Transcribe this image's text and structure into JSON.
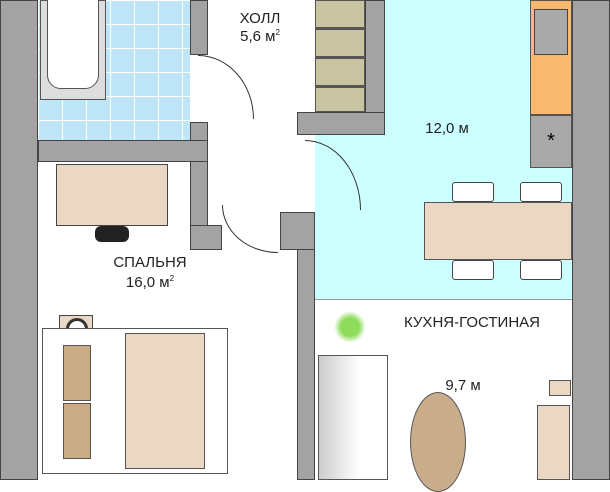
{
  "rooms": {
    "hall": {
      "name": "ХОЛЛ",
      "area": "5,6 м",
      "unit_sup": "2"
    },
    "kitchen": {
      "area": "12,0 м"
    },
    "bedroom": {
      "name": "СПАЛЬНЯ",
      "area": "16,0 м",
      "unit_sup": "2"
    },
    "living": {
      "name": "КУХНЯ-ГОСТИНАЯ",
      "area": "9,7 м"
    }
  },
  "fridge_symbol": "*",
  "colors": {
    "wall": "#a3a3a3",
    "kitchen_floor": "#ccffff",
    "bathroom_tiles": "#bfe6f7",
    "counter": "#f8b870",
    "furniture": "#ead8c4"
  }
}
